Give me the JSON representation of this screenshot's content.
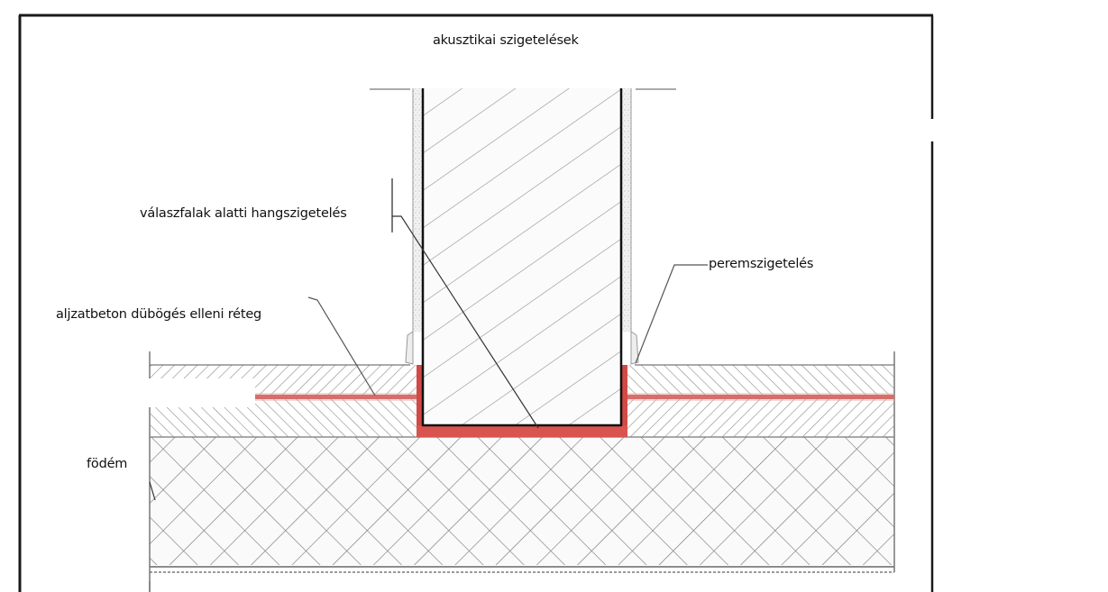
{
  "diagram": {
    "title": "akusztikai szigetelések",
    "labels": {
      "partition_wall_insulation": "válaszfalak alatti hangszigetelés",
      "edge_insulation": "peremszigetelés",
      "screed_impact_layer": "aljzatbeton dübögés elleni réteg",
      "slab": "födém"
    },
    "colors": {
      "insulation_red": "#d9534f",
      "insulation_red_dark": "#b83a36",
      "frame": "#1a1a1a",
      "hatch": "#8a8a8a",
      "background": "#ffffff"
    },
    "layers": [
      {
        "name": "partition wall",
        "hatch": "diagonal"
      },
      {
        "name": "floating screed upper",
        "hatch": "diagonal"
      },
      {
        "name": "impact sound insulation",
        "hatch": "solid red"
      },
      {
        "name": "floating screed lower",
        "hatch": "diagonal"
      },
      {
        "name": "slab",
        "hatch": "cross"
      }
    ]
  }
}
